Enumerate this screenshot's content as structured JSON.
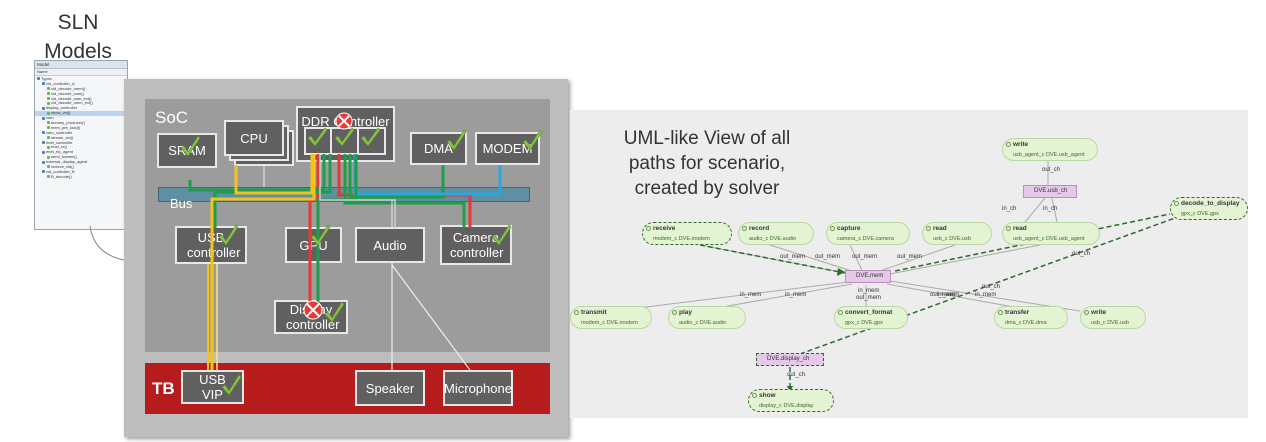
{
  "sln": {
    "title_line1": "SLN",
    "title_line2": "Models"
  },
  "model_tree": {
    "header": "Model",
    "subheader": "Name",
    "rows": [
      "Types",
      "vid_controller_A",
      "vid_decode_mem()",
      "vid_decode_cam()",
      "vid_decode_cam_ext()",
      "vid_decode_mem_ext()",
      "display_controller",
      "show_vid()",
      "cam",
      "dummy_producer()",
      "mem_pre_load()",
      "cam_controller",
      "stream_vid()",
      "enet_controller",
      "enet_rx()",
      "enet_rtp_agent",
      "send_frames()",
      "external_display_agent",
      "recieve_vid()",
      "vid_controller_B",
      "B_decode()"
    ]
  },
  "soc": {
    "soc_label": "SoC",
    "bus_label": "Bus",
    "tb_label": "TB",
    "sram": "SRAM",
    "cpu": "CPU",
    "ddr": "DDR Controller",
    "dma": "DMA",
    "modem": "MODEM",
    "usb_controller": "USB controller",
    "gpu": "GPU",
    "audio": "Audio",
    "camera_controller": "Camera controller",
    "display_controller": "Display controller",
    "usb_vip": "USB VIP",
    "speaker": "Speaker",
    "microphone": "Microphone"
  },
  "uml": {
    "title_line1": "UML-like View of all",
    "title_line2": "paths for scenario,",
    "title_line3": "created by solver",
    "nodes": {
      "write_top": {
        "title": "write",
        "sub": "usb_agent_c  DVE.usb_agent"
      },
      "receive": {
        "title": "receive",
        "sub": "modem_c  DVE.modem"
      },
      "record": {
        "title": "record",
        "sub": "audio_c  DVE.audio"
      },
      "capture": {
        "title": "capture",
        "sub": "camera_c  DVE.camera"
      },
      "read1": {
        "title": "read",
        "sub": "usb_c  DVE.usb"
      },
      "read2": {
        "title": "read",
        "sub": "usb_agent_c  DVE.usb_agent"
      },
      "decode_to_display": {
        "title": "decode_to_display",
        "sub": "gpx_c   DVE.gpx"
      },
      "transmit": {
        "title": "transmit",
        "sub": "modem_c  DVE.modem"
      },
      "play": {
        "title": "play",
        "sub": "audio_c  DVE.audio"
      },
      "convert_format": {
        "title": "convert_format",
        "sub": "gpx_c  DVE.gpx"
      },
      "transfer": {
        "title": "transfer",
        "sub": "dma_c  DVE.dma"
      },
      "write_bottom": {
        "title": "write",
        "sub": "usb_c  DVE.usb"
      },
      "show": {
        "title": "show",
        "sub": "display_c  DVE.display"
      }
    },
    "channels": {
      "usb_ch": "DVE.usb_ch",
      "mem": "DVE.mem",
      "display_ch": "DVE.display_ch"
    },
    "edges": {
      "out_ch": "out_ch",
      "in_ch": "in_ch",
      "out_mem": "out_mem",
      "in_mem": "in_mem"
    }
  },
  "colors": {
    "path_red": "#e53935",
    "path_green": "#1e9e4a",
    "path_yellow": "#f3c21c",
    "path_blue": "#29a8e0",
    "path_orange": "#ff9800",
    "tb_red": "#b71c1c",
    "check_green": "#8bc34a",
    "fail_red": "#e53935"
  }
}
